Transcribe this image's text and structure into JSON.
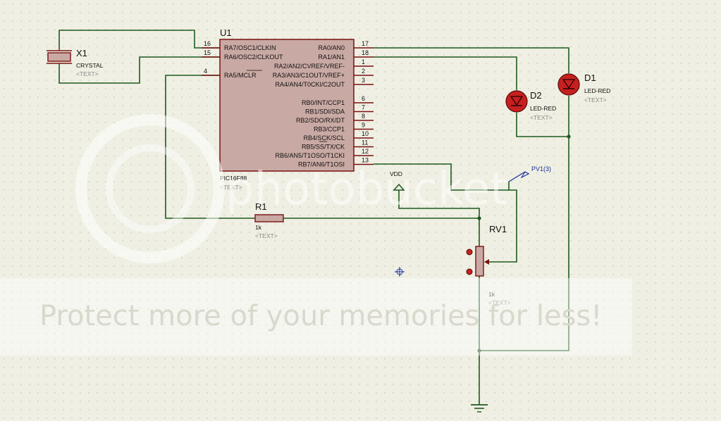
{
  "colors": {
    "wire": "#1f5a1f",
    "body": "#c9a9a4",
    "outline": "#7a1010",
    "led": "#c62020",
    "probe": "#1a2f9a"
  },
  "u1": {
    "ref": "U1",
    "part": "PIC16F88",
    "tpl": "<TEXT>",
    "left_pins": [
      {
        "num": "16",
        "name": "RA7/OSC1/CLKIN"
      },
      {
        "num": "15",
        "name": "RA6/OSC2/CLKOUT"
      },
      {
        "num": "4",
        "name": "RA5/MCLR"
      }
    ],
    "right_pins": [
      {
        "num": "17",
        "name": "RA0/AN0"
      },
      {
        "num": "18",
        "name": "RA1/AN1"
      },
      {
        "num": "1",
        "name": "RA2/AN2/CVREF/VREF-"
      },
      {
        "num": "2",
        "name": "RA3/AN3/C1OUT/VREF+"
      },
      {
        "num": "3",
        "name": "RA4/AN4/T0CKI/C2OUT"
      },
      {
        "num": "6",
        "name": "RB0/INT/CCP1"
      },
      {
        "num": "7",
        "name": "RB1/SDI/SDA"
      },
      {
        "num": "8",
        "name": "RB2/SDO/RX/DT"
      },
      {
        "num": "9",
        "name": "RB3/CCP1"
      },
      {
        "num": "10",
        "name": "RB4/SCK/SCL"
      },
      {
        "num": "11",
        "name": "RB5/SS/TX/CK"
      },
      {
        "num": "12",
        "name": "RB6/AN5/T1OSO/T1CKI"
      },
      {
        "num": "13",
        "name": "RB7/AN6/T1OSI"
      }
    ]
  },
  "x1": {
    "ref": "X1",
    "value": "CRYSTAL",
    "tpl": "<TEXT>"
  },
  "d1": {
    "ref": "D1",
    "value": "LED-RED",
    "tpl": "<TEXT>"
  },
  "d2": {
    "ref": "D2",
    "value": "LED-RED",
    "tpl": "<TEXT>"
  },
  "r1": {
    "ref": "R1",
    "value": "1k",
    "tpl": "<TEXT>"
  },
  "rv1": {
    "ref": "RV1",
    "value": "1k",
    "tpl": "<TEXT>"
  },
  "vdd": {
    "label": "VDD"
  },
  "probe": {
    "label": "PV1(3)"
  },
  "watermark": {
    "logo": "photobucket",
    "tagline": "Protect more of your memories for less!"
  }
}
